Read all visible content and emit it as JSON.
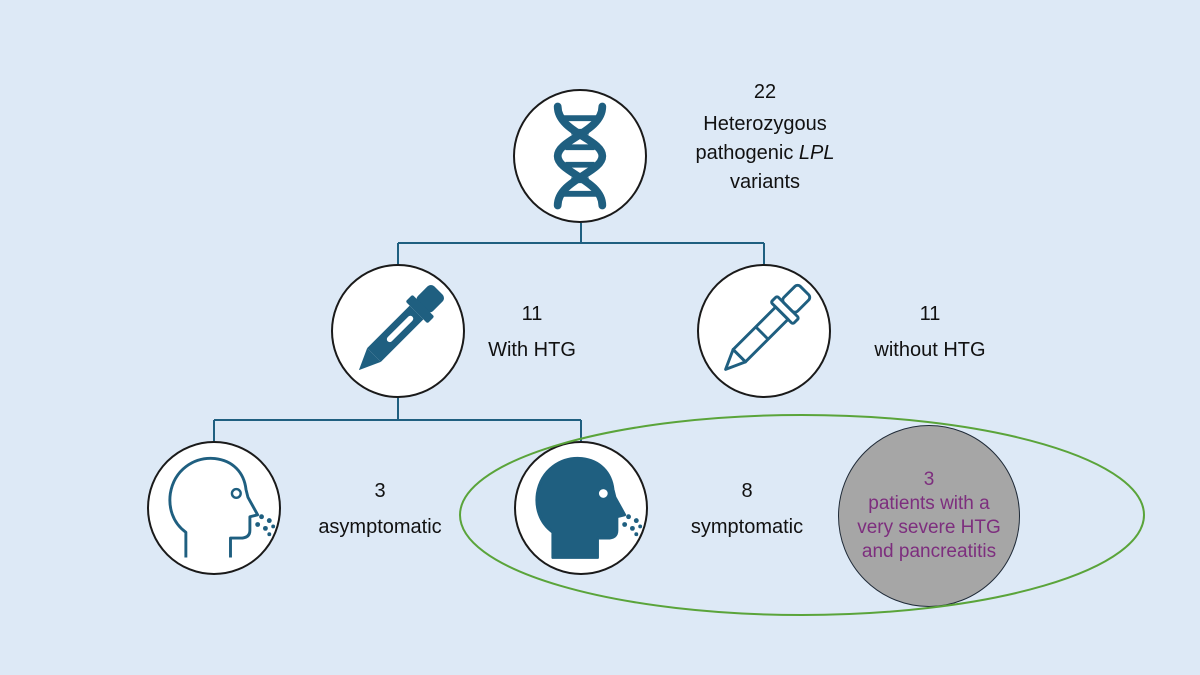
{
  "nodes": {
    "root": {
      "count": "22",
      "label_line1": "Heterozygous",
      "label_line2_prefix": "pathogenic ",
      "label_line2_italic": "LPL",
      "label_line3": "variants"
    },
    "with_htg": {
      "count": "11",
      "label": "With HTG"
    },
    "without_htg": {
      "count": "11",
      "label": "without HTG"
    },
    "asymptomatic": {
      "count": "3",
      "label": "asymptomatic"
    },
    "symptomatic": {
      "count": "8",
      "label": "symptomatic"
    }
  },
  "summary": {
    "count": "3",
    "line1": "patients with a",
    "line2": "very severe HTG",
    "line3": "and pancreatitis"
  },
  "icons": {
    "root": "dna-icon",
    "with_htg": "filled-dropper-icon",
    "without_htg": "empty-dropper-icon",
    "asymptomatic": "outline-head-icon",
    "symptomatic": "filled-head-icon"
  },
  "colors": {
    "background": "#dde9f6",
    "icon_blue": "#1f5f80",
    "connector": "#1f5f80",
    "highlight_ellipse": "#5aa43a",
    "summary_fill": "#a6a6a6",
    "summary_text": "#7d2e7e"
  }
}
